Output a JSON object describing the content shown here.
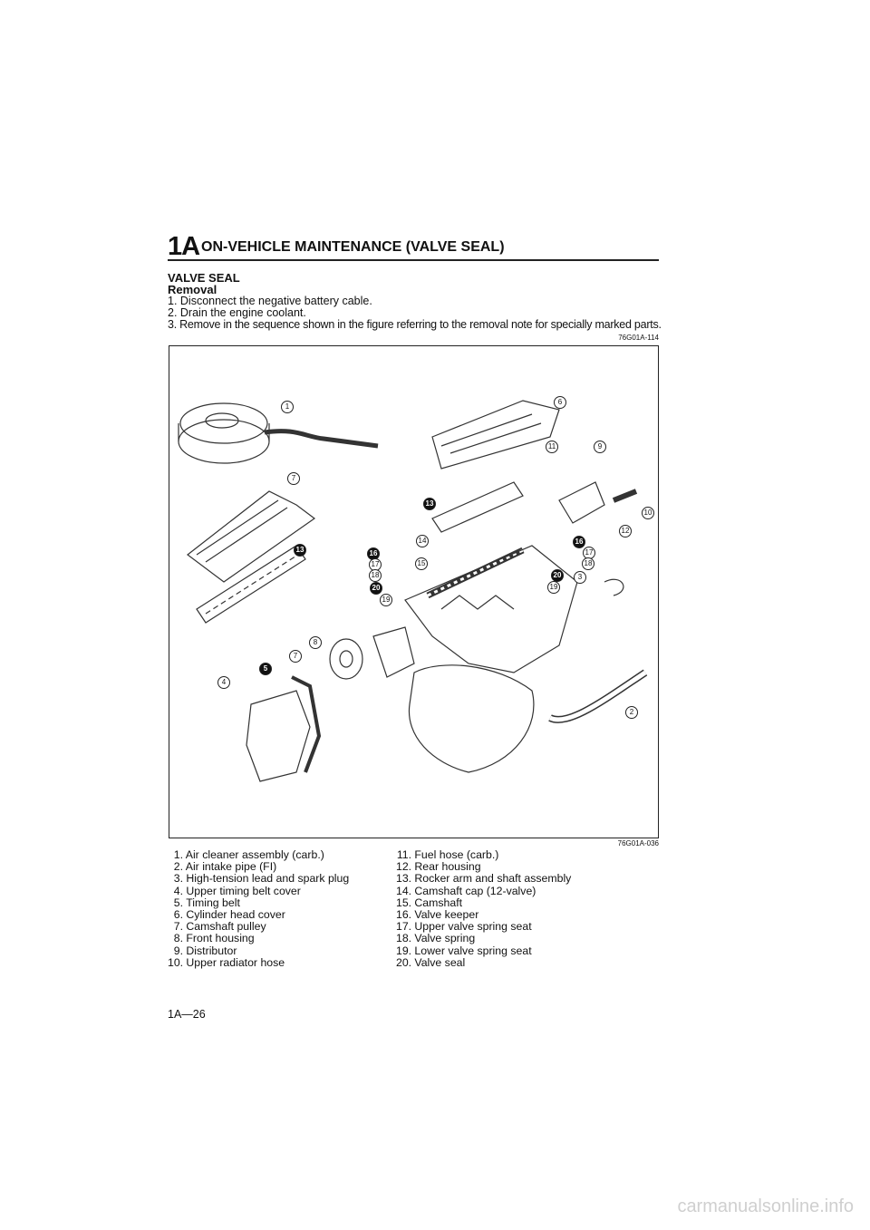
{
  "header": {
    "chapter": "1A",
    "title": "ON-VEHICLE MAINTENANCE (VALVE SEAL)"
  },
  "section": {
    "heading": "VALVE SEAL",
    "subheading": "Removal",
    "steps": [
      "1. Disconnect the negative battery cable.",
      "2. Drain the engine coolant.",
      "3. Remove in the sequence shown in the figure referring to the removal note for specially marked parts."
    ]
  },
  "figure": {
    "ref_top": "76G01A-114",
    "ref_bottom": "76G01A-036",
    "callouts": [
      "1",
      "6",
      "11",
      "9",
      "7",
      "13",
      "13",
      "10",
      "12",
      "14",
      "15",
      "16",
      "17",
      "18",
      "20",
      "19",
      "16",
      "17",
      "18",
      "20",
      "3",
      "19",
      "8",
      "7",
      "5",
      "4",
      "2"
    ]
  },
  "legend": {
    "left": [
      {
        "n": "1.",
        "t": "Air cleaner assembly (carb.)"
      },
      {
        "n": "2.",
        "t": "Air intake pipe (FI)"
      },
      {
        "n": "3.",
        "t": "High-tension lead and spark plug"
      },
      {
        "n": "4.",
        "t": "Upper timing belt cover"
      },
      {
        "n": "5.",
        "t": "Timing belt"
      },
      {
        "n": "6.",
        "t": "Cylinder head cover"
      },
      {
        "n": "7.",
        "t": "Camshaft pulley"
      },
      {
        "n": "8.",
        "t": "Front housing"
      },
      {
        "n": "9.",
        "t": "Distributor"
      },
      {
        "n": "10.",
        "t": "Upper radiator hose"
      }
    ],
    "right": [
      {
        "n": "11.",
        "t": "Fuel hose (carb.)"
      },
      {
        "n": "12.",
        "t": "Rear housing"
      },
      {
        "n": "13.",
        "t": "Rocker arm and shaft assembly"
      },
      {
        "n": "14.",
        "t": "Camshaft cap (12-valve)"
      },
      {
        "n": "15.",
        "t": "Camshaft"
      },
      {
        "n": "16.",
        "t": "Valve keeper"
      },
      {
        "n": "17.",
        "t": "Upper valve spring seat"
      },
      {
        "n": "18.",
        "t": "Valve spring"
      },
      {
        "n": "19.",
        "t": "Lower valve spring seat"
      },
      {
        "n": "20.",
        "t": "Valve seal"
      }
    ]
  },
  "footer": {
    "page_number": "1A—26",
    "watermark": "carmanualsonline.info"
  }
}
